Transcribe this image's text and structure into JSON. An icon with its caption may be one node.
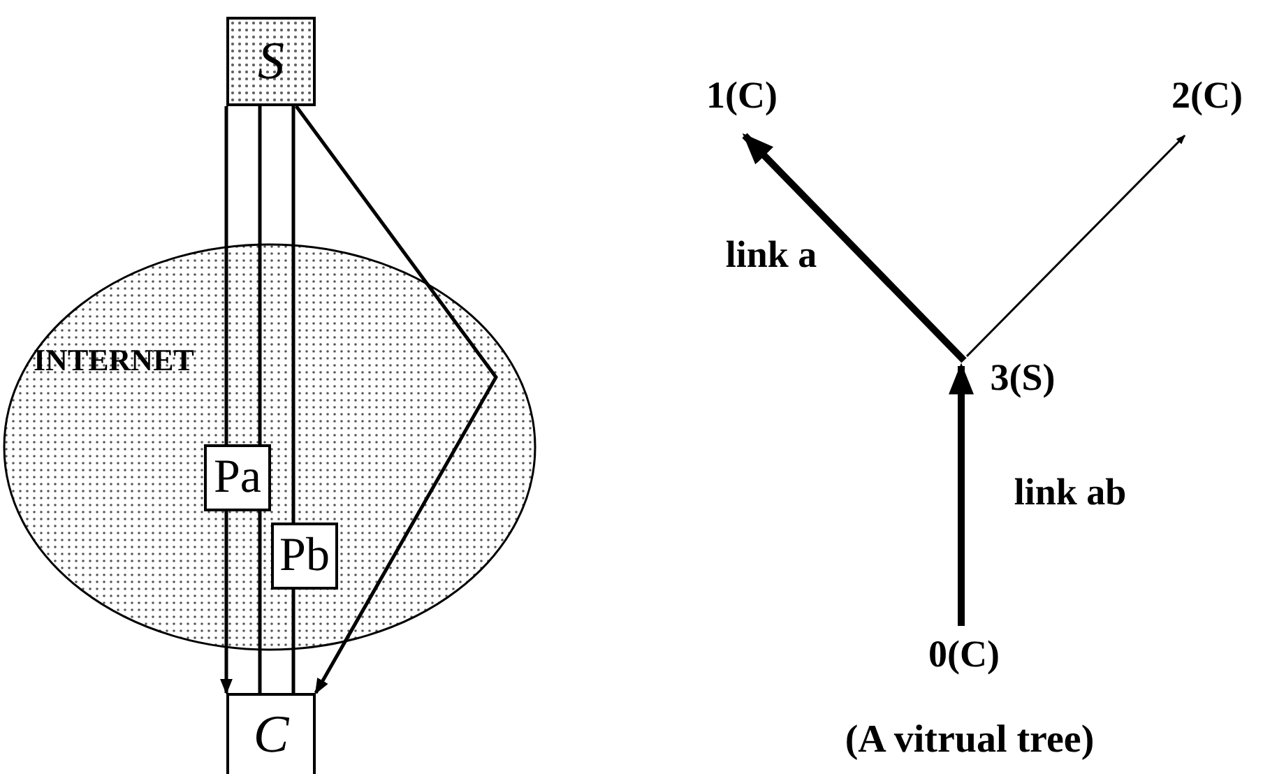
{
  "diagram": {
    "caption": "(A vitrual tree)",
    "nodes": [
      {
        "text": [
          "S"
        ]
      },
      {
        "text": [
          "INTERNET"
        ]
      },
      {
        "text": [
          "Pa"
        ],
        "in": 1
      },
      {
        "text": [
          "Pb"
        ],
        "in": 1
      },
      {
        "text": [
          "C"
        ]
      },
      {
        "text": [
          "1(C)"
        ]
      },
      {
        "text": [
          "2(C)"
        ]
      },
      {
        "text": [
          "3(S)"
        ]
      },
      {
        "text": [
          "0(C)"
        ]
      }
    ],
    "edges": [
      {
        "from": 0,
        "to": 2,
        "arrow": "none"
      },
      {
        "from": 2,
        "to": 4,
        "arrow": "to"
      },
      {
        "from": 0,
        "to": 2,
        "arrow": "none"
      },
      {
        "from": 2,
        "to": 4,
        "arrow": "none"
      },
      {
        "from": 0,
        "to": 3,
        "arrow": "none"
      },
      {
        "from": 3,
        "to": 4,
        "arrow": "none"
      },
      {
        "from": 0,
        "to": 4,
        "arrow": "to"
      },
      {
        "from": 7,
        "to": 5,
        "arrow": "to",
        "label": "link a",
        "style": "thick"
      },
      {
        "from": 7,
        "to": 6,
        "arrow": "to"
      },
      {
        "from": 8,
        "to": 7,
        "arrow": "to",
        "label": "link ab",
        "style": "thick"
      }
    ]
  }
}
